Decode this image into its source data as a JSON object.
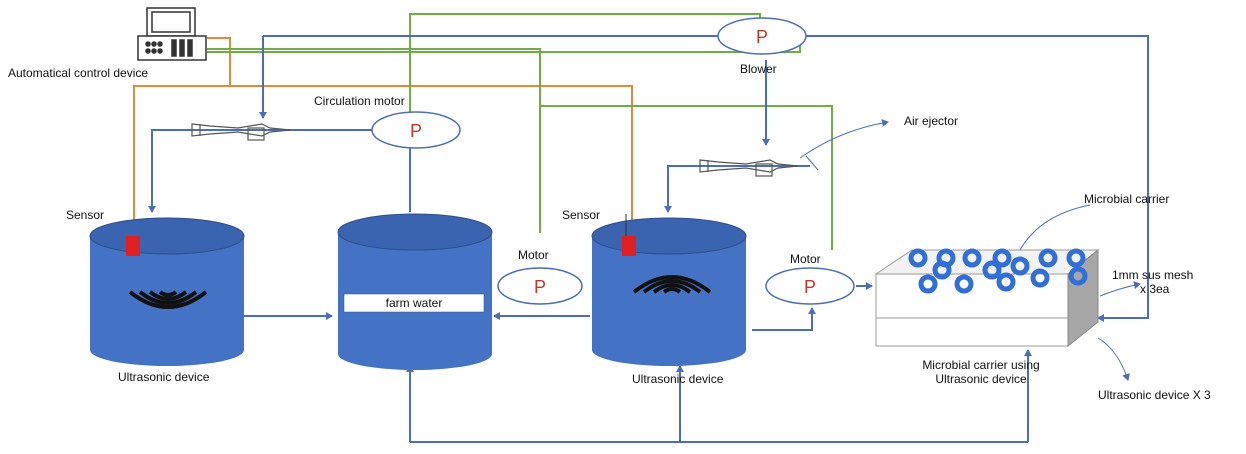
{
  "labels": {
    "control_device": "Automatical control device",
    "circulation_motor": "Circulation motor",
    "blower": "Blower",
    "air_ejector": "Air ejector",
    "sensor_left": "Sensor",
    "sensor_mid": "Sensor",
    "motor_left": "Motor",
    "motor_right": "Motor",
    "microbial_carrier": "Microbial carrier",
    "sus_mesh_line1": "1mm sus mesh",
    "sus_mesh_line2": "x 3ea",
    "farm_water": "farm water",
    "ultrasonic_left": "Ultrasonic device",
    "ultrasonic_mid": "Ultrasonic device",
    "carrier_device_line1": "Microbial carrier using",
    "carrier_device_line2": "Ultrasonic device",
    "ultrasonic_x3": "Ultrasonic device X 3"
  },
  "pump_symbol": "P",
  "colors": {
    "tank_blue": "#4472c4",
    "tank_top": "#3a63b0",
    "pipe_blue": "#4a6fb8",
    "wire_orange": "#e08a3c",
    "wire_green": "#70ad47",
    "sensor_red": "#e02020",
    "pump_text": "#c0392b",
    "carrier_ring": "#2f6fd6"
  },
  "icons": [
    "computer-icon",
    "ultrasonic-wave-icon",
    "air-ejector-icon",
    "pump-icon"
  ]
}
